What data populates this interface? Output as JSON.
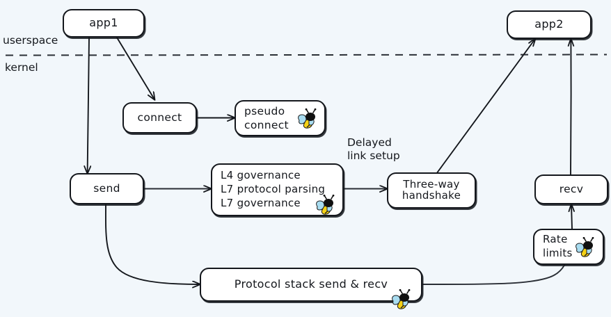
{
  "diagram": {
    "title_context": "eBPF accelerated networking path",
    "background_color": "#f2f7fb",
    "stroke_color": "#14171c",
    "node_fill": "#ffffff",
    "bee_colors": {
      "body": "#f5d215",
      "head": "#101010",
      "wing": "#a8dcf0"
    },
    "boundary": {
      "upper_label": "userspace",
      "lower_label": "kernel",
      "style": "dashed"
    },
    "nodes": [
      {
        "id": "app1",
        "label": "app1",
        "has_bee": false
      },
      {
        "id": "app2",
        "label": "app2",
        "has_bee": false
      },
      {
        "id": "connect",
        "label": "connect",
        "has_bee": false
      },
      {
        "id": "pseudo-connect",
        "label": "pseudo\nconnect",
        "has_bee": true
      },
      {
        "id": "send",
        "label": "send",
        "has_bee": false
      },
      {
        "id": "governance",
        "label": "L4 governance\nL7 protocol parsing\nL7 governance",
        "has_bee": true
      },
      {
        "id": "three-way-handshake",
        "label": "Three-way\nhandshake",
        "has_bee": false
      },
      {
        "id": "recv",
        "label": "recv",
        "has_bee": false
      },
      {
        "id": "rate-limits",
        "label": "Rate\nlimits",
        "has_bee": true
      },
      {
        "id": "protocol-stack",
        "label": "Protocol stack send & recv",
        "has_bee": true
      }
    ],
    "annotations": [
      {
        "id": "delayed-link-setup",
        "text": "Delayed\nlink setup"
      }
    ],
    "edges": [
      {
        "from": "app1",
        "to": "send",
        "type": "arrow"
      },
      {
        "from": "app1",
        "to": "connect",
        "type": "arrow"
      },
      {
        "from": "connect",
        "to": "pseudo-connect",
        "type": "arrow"
      },
      {
        "from": "send",
        "to": "governance",
        "type": "arrow"
      },
      {
        "from": "send",
        "to": "protocol-stack",
        "type": "arrow-curved"
      },
      {
        "from": "governance",
        "to": "three-way-handshake",
        "type": "arrow"
      },
      {
        "from": "three-way-handshake",
        "to": "app2",
        "type": "arrow"
      },
      {
        "from": "protocol-stack",
        "to": "rate-limits",
        "type": "arrow-curved"
      },
      {
        "from": "rate-limits",
        "to": "recv",
        "type": "arrow"
      },
      {
        "from": "recv",
        "to": "app2",
        "type": "arrow"
      }
    ]
  }
}
